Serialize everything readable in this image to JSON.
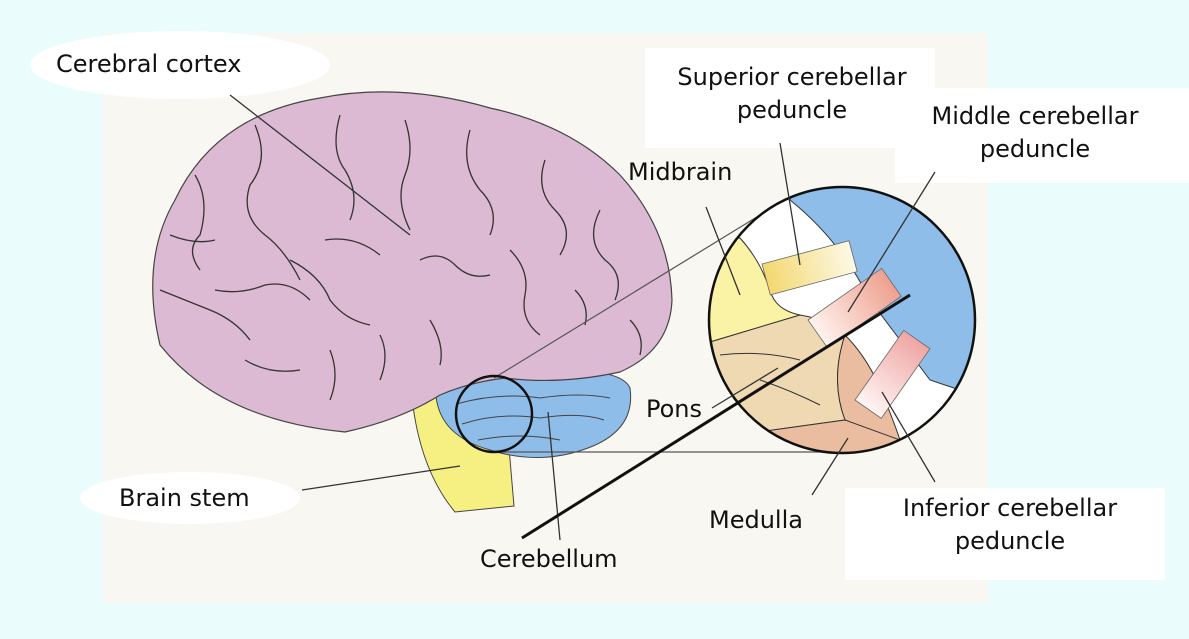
{
  "diagram": {
    "labels": {
      "cerebral_cortex": "Cerebral cortex",
      "superior_peduncle_line1": "Superior cerebellar",
      "superior_peduncle_line2": "peduncle",
      "middle_peduncle_line1": "Middle cerebellar",
      "middle_peduncle_line2": "peduncle",
      "midbrain": "Midbrain",
      "pons": "Pons",
      "brain_stem": "Brain stem",
      "cerebellum": "Cerebellum",
      "medulla": "Medulla",
      "inferior_peduncle_line1": "Inferior cerebellar",
      "inferior_peduncle_line2": "peduncle"
    },
    "colors": {
      "page_background": "#eafcfc",
      "panel_background": "#f8f7f2",
      "cerebrum": "#dcbad3",
      "cerebellum": "#8ebde9",
      "brain_stem": "#f6ef82",
      "midbrain": "#faf2a4",
      "pons": "#efd9b2",
      "medulla": "#ebbda0",
      "superior_peduncle": "#f3d870",
      "middle_peduncle": "#eea08f",
      "inferior_peduncle": "#eea6a3"
    }
  }
}
